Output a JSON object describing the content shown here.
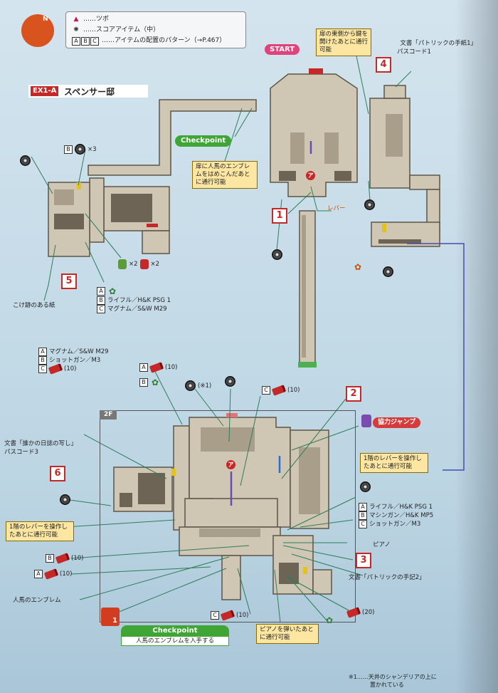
{
  "legend": {
    "pot": "……ツボ",
    "score_item": "……スコアアイテム（中）",
    "letters": [
      "A",
      "B",
      "C"
    ],
    "pattern": "……アイテムの配置のパターン（→P.467）"
  },
  "compass": {
    "label": "N"
  },
  "section": {
    "tag": "EX1-A",
    "title": "スペンサー邸"
  },
  "start_label": "START",
  "checkpoint_label": "Checkpoint",
  "coop_jump": "協力ジャンプ",
  "floor_label": "2F",
  "markers": {
    "a": "ア",
    "gun_num": "1"
  },
  "numbers": {
    "n1": "1",
    "n2": "2",
    "n3": "3",
    "n4": "4",
    "n5": "5",
    "n6": "6"
  },
  "notes": {
    "east_door": "扉の東側から鍵を開けたあとに通行可能",
    "emblem_door": "扉に人馬のエンブレムをはめこんだあとに通行可能",
    "lever_top": "1階のレバーを操作したあとに通行可能",
    "lever_left": "1階のレバーを操作したあとに通行可能",
    "piano_after": "ピアノを弾いたあとに通行可能"
  },
  "labels": {
    "lever": "レバー",
    "doc1": "文書「パトリックの手紙1」",
    "pass1": "パスコード1",
    "moss_paper": "こけ跡のある紙",
    "doc3": "文書「誰かの日誌の写し」",
    "pass3": "パスコード3",
    "piano": "ピアノ",
    "doc2": "文書「パトリックの手記2」",
    "emblem": "人馬のエンブレム",
    "checkpoint_sub": "人馬のエンブレムを入手する",
    "footnote1": "※1……天井のシャンデリアの上に",
    "footnote2": "置かれている",
    "note_ref": "(※1)"
  },
  "items": {
    "top_b_count": "×3",
    "green_count": "×2",
    "red_count": "×2",
    "ab_top_left": [
      {
        "letter": "A",
        "text": "マグナム／S&W M29"
      },
      {
        "letter": "B",
        "text": "ショットガン／M3"
      },
      {
        "letter": "C",
        "text": "(10)"
      }
    ],
    "left_list": [
      {
        "letter": "B",
        "text": "ライフル／H&K PSG 1"
      },
      {
        "letter": "C",
        "text": "マグナム／S&W M29"
      }
    ],
    "right_list": [
      {
        "letter": "A",
        "text": "ライフル／H&K PSG 1"
      },
      {
        "letter": "B",
        "text": "マシンガン／H&K MP5"
      },
      {
        "letter": "C",
        "text": "ショットガン／M3"
      }
    ],
    "ammo_10": "(10)",
    "ammo_20": "(20)"
  }
}
